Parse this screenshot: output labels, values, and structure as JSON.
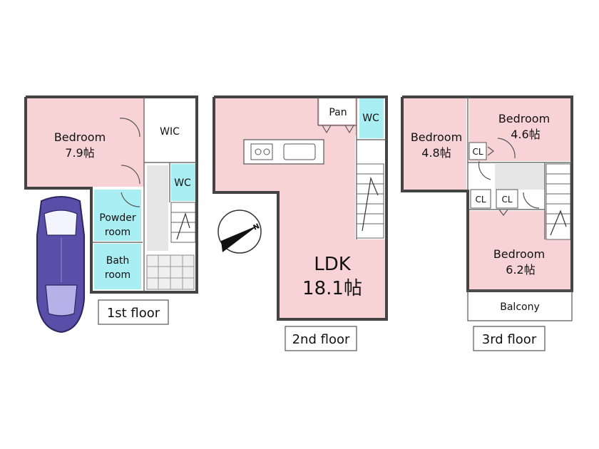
{
  "floors": {
    "first": {
      "label": "1st floor",
      "bedroom": {
        "name": "Bedroom",
        "size": "7.9帖"
      },
      "wic": "WIC",
      "wc": "WC",
      "powder": {
        "line1": "Powder",
        "line2": "room"
      },
      "bath": {
        "line1": "Bath",
        "line2": "room"
      }
    },
    "second": {
      "label": "2nd floor",
      "pan": "Pan",
      "wc": "WC",
      "ldk": {
        "name": "LDK",
        "size": "18.1帖"
      }
    },
    "third": {
      "label": "3rd floor",
      "bedroom_left": {
        "name": "Bedroom",
        "size": "4.8帖"
      },
      "bedroom_right": {
        "name": "Bedroom",
        "size": "4.6帖"
      },
      "bedroom_bottom": {
        "name": "Bedroom",
        "size": "6.2帖"
      },
      "cl_1": "CL",
      "cl_2": "CL",
      "cl_3": "CL",
      "balcony": "Balcony"
    }
  },
  "compass": {
    "north": "N"
  },
  "colors": {
    "bedroom": "#f8d3d6",
    "wet": "#a8eef2",
    "car": "#5a4fa8"
  }
}
